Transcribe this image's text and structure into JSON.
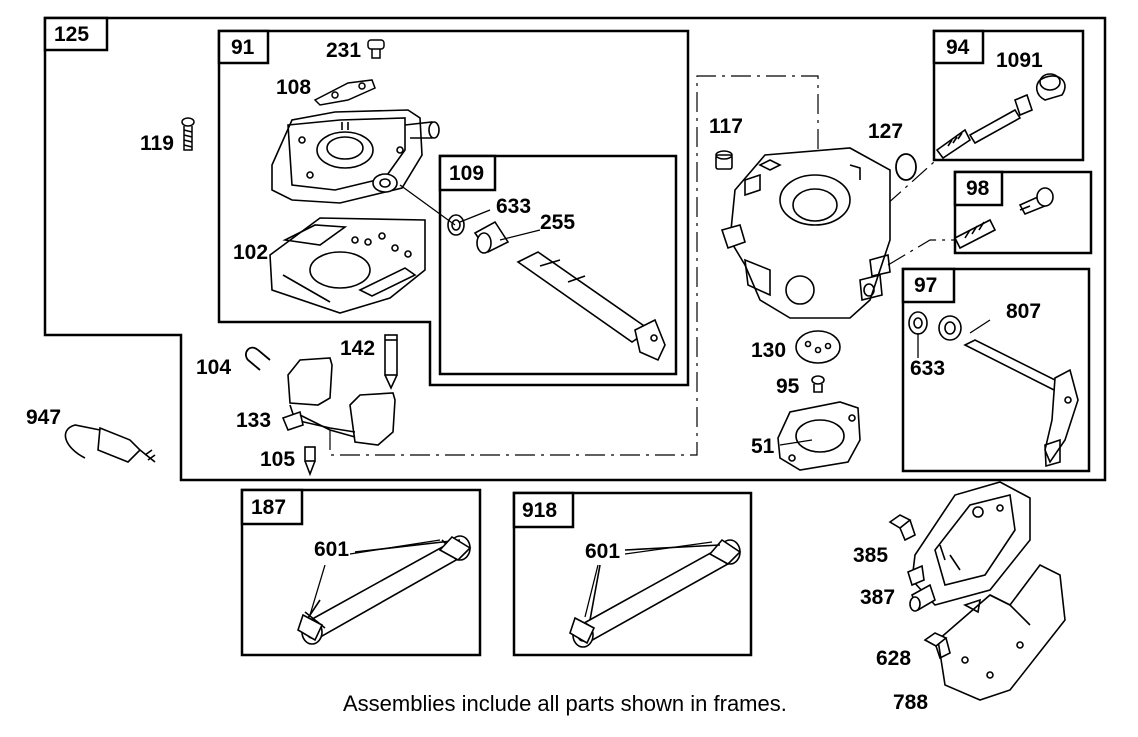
{
  "frames": {
    "f125": "125",
    "f91": "91",
    "f109": "109",
    "f94": "94",
    "f98": "98",
    "f97": "97",
    "f187": "187",
    "f918": "918"
  },
  "parts": {
    "p231": "231",
    "p108": "108",
    "p119": "119",
    "p102": "102",
    "p633a": "633",
    "p255": "255",
    "p117": "117",
    "p127": "127",
    "p1091": "1091",
    "p807": "807",
    "p633b": "633",
    "p130": "130",
    "p95": "95",
    "p51": "51",
    "p104": "104",
    "p142": "142",
    "p133": "133",
    "p105": "105",
    "p947": "947",
    "p601a": "601",
    "p601b": "601",
    "p385": "385",
    "p387": "387",
    "p628": "628",
    "p788": "788"
  },
  "caption": "Assemblies include all parts shown in frames."
}
